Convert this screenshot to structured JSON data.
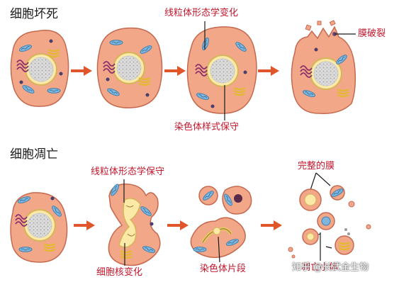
{
  "necrosis": {
    "title": "细胞坏死",
    "label_mito": "线粒体形态学变化",
    "label_membrane": "膜破裂",
    "label_chromatin": "染色体样式保守"
  },
  "apoptosis": {
    "title": "细胞凋亡",
    "label_mito": "线粒体形态学保守",
    "label_nucleus": "细胞核变化",
    "label_chromatin": "染色体片段",
    "label_membrane": "完整的膜",
    "label_bodies": "凋亡小体"
  },
  "watermark": "知乎 @长武金生物",
  "colors": {
    "cell_fill": "#f2a789",
    "cell_stroke": "#c46a50",
    "nucleus_fill": "#fbe9a8",
    "label_red": "#c0172c",
    "arrow": "#e0552a"
  }
}
